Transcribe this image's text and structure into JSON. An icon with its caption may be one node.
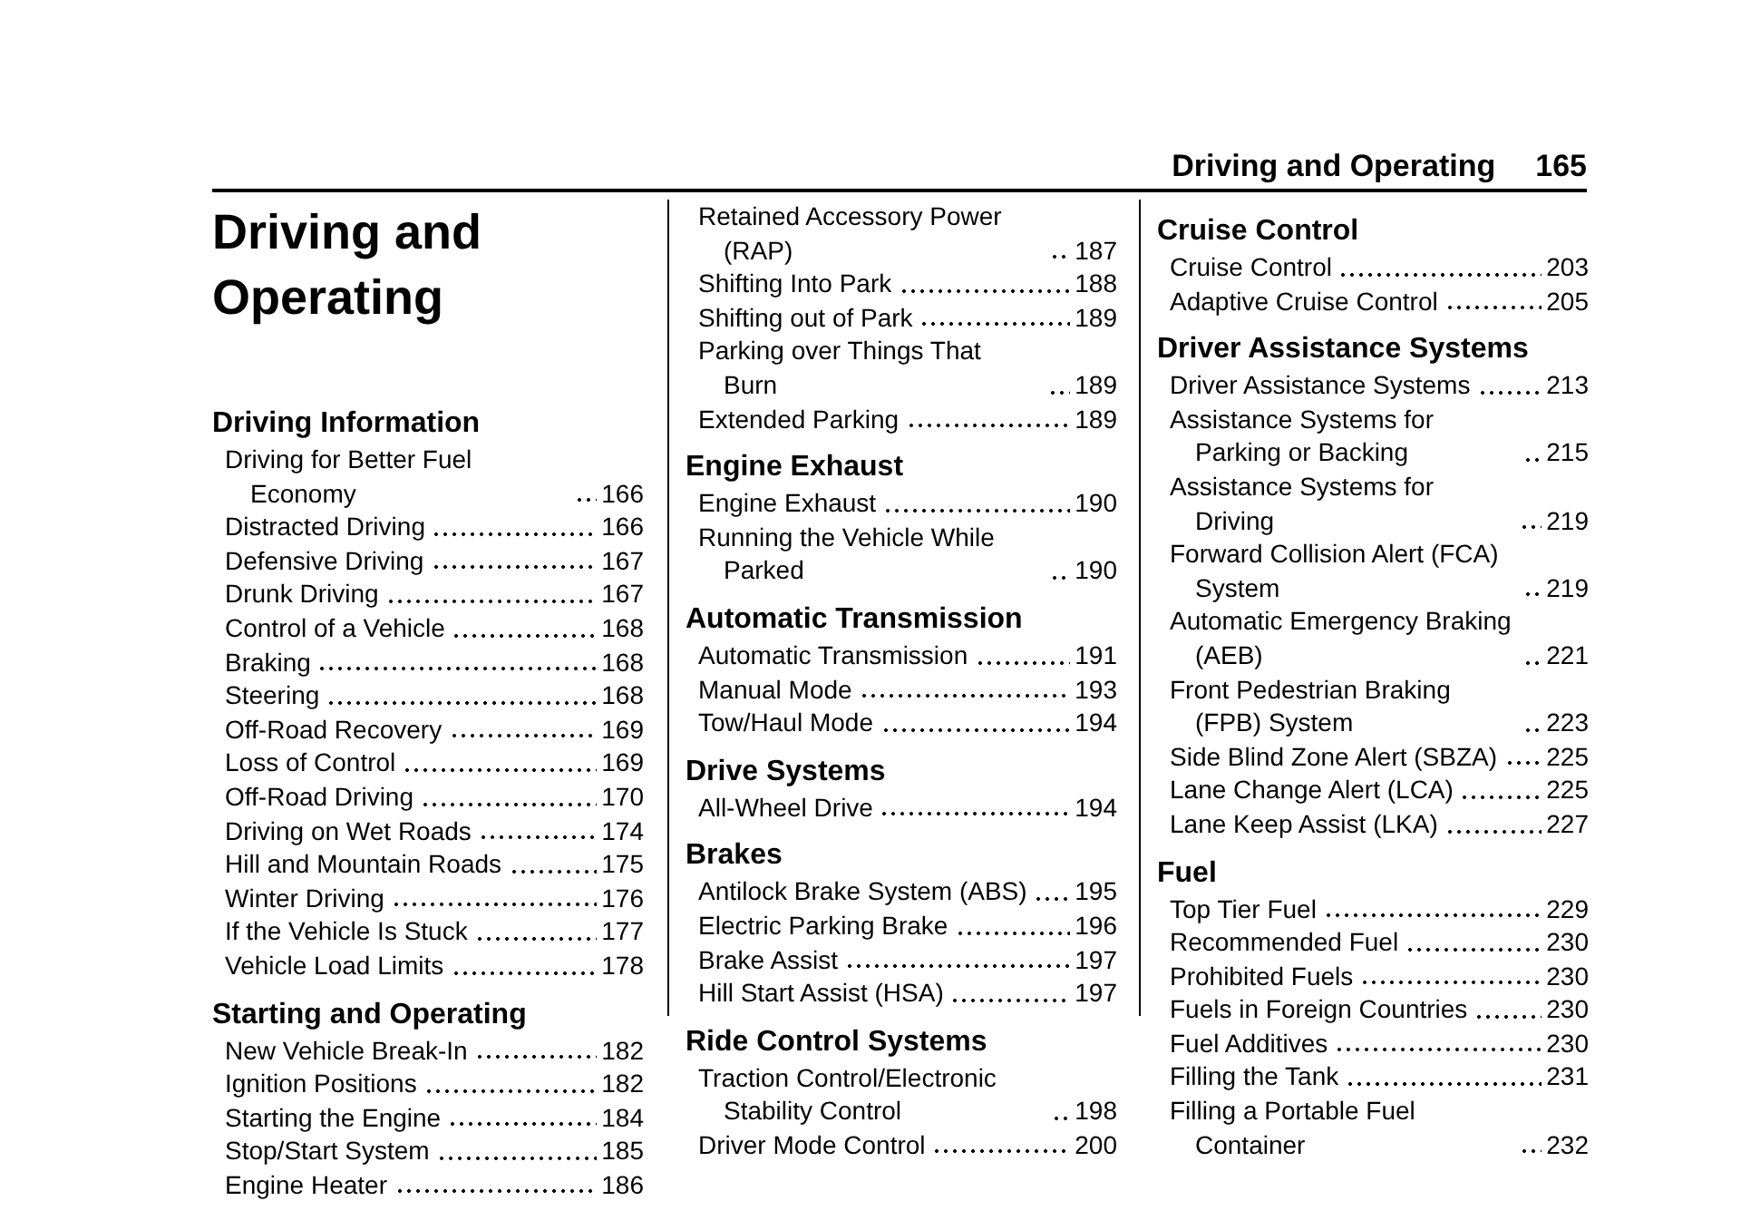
{
  "diagram": {
    "title": "Driving and Operating",
    "labels": [
      "Driving and Operating",
      "165",
      "Driving Information",
      "Driving for Better Fuel Economy",
      "166",
      "Distracted Driving",
      "166",
      "Defensive Driving",
      "167",
      "Drunk Driving",
      "167",
      "Control of a Vehicle",
      "168",
      "Braking",
      "168",
      "Steering",
      "168",
      "Off-Road Recovery",
      "169",
      "Loss of Control",
      "169",
      "Off-Road Driving",
      "170",
      "Driving on Wet Roads",
      "174",
      "Hill and Mountain Roads",
      "175",
      "Winter Driving",
      "176",
      "If the Vehicle Is Stuck",
      "177",
      "Vehicle Load Limits",
      "178",
      "Starting and Operating",
      "New Vehicle Break-In",
      "182",
      "Ignition Positions",
      "182",
      "Starting the Engine",
      "184",
      "Stop/Start System",
      "185",
      "Engine Heater",
      "186",
      "Retained Accessory Power (RAP)",
      "187",
      "Shifting Into Park",
      "188",
      "Shifting out of Park",
      "189",
      "Parking over Things That Burn",
      "189",
      "Extended Parking",
      "189",
      "Engine Exhaust",
      "Engine Exhaust",
      "190",
      "Running the Vehicle While Parked",
      "190",
      "Automatic Transmission",
      "Automatic Transmission",
      "191",
      "Manual Mode",
      "193",
      "Tow/Haul Mode",
      "194",
      "Drive Systems",
      "All-Wheel Drive",
      "194",
      "Brakes",
      "Antilock Brake System (ABS)",
      "195",
      "Electric Parking Brake",
      "196",
      "Brake Assist",
      "197",
      "Hill Start Assist (HSA)",
      "197",
      "Ride Control Systems",
      "Traction Control/Electronic Stability Control",
      "198",
      "Driver Mode Control",
      "200",
      "Cruise Control",
      "Cruise Control",
      "203",
      "Adaptive Cruise Control",
      "205",
      "Driver Assistance Systems",
      "Driver Assistance Systems",
      "213",
      "Assistance Systems for Parking or Backing",
      "215",
      "Assistance Systems for Driving",
      "219",
      "Forward Collision Alert (FCA) System",
      "219",
      "Automatic Emergency Braking (AEB)",
      "221",
      "Front Pedestrian Braking (FPB) System",
      "223",
      "Side Blind Zone Alert (SBZA)",
      "225",
      "Lane Change Alert (LCA)",
      "225",
      "Lane Keep Assist (LKA)",
      "227",
      "Fuel",
      "Top Tier Fuel",
      "229",
      "Recommended Fuel",
      "230",
      "Prohibited Fuels",
      "230",
      "Fuels in Foreign Countries",
      "230",
      "Fuel Additives",
      "230",
      "Filling the Tank",
      "231",
      "Filling a Portable Fuel Container",
      "232"
    ]
  }
}
